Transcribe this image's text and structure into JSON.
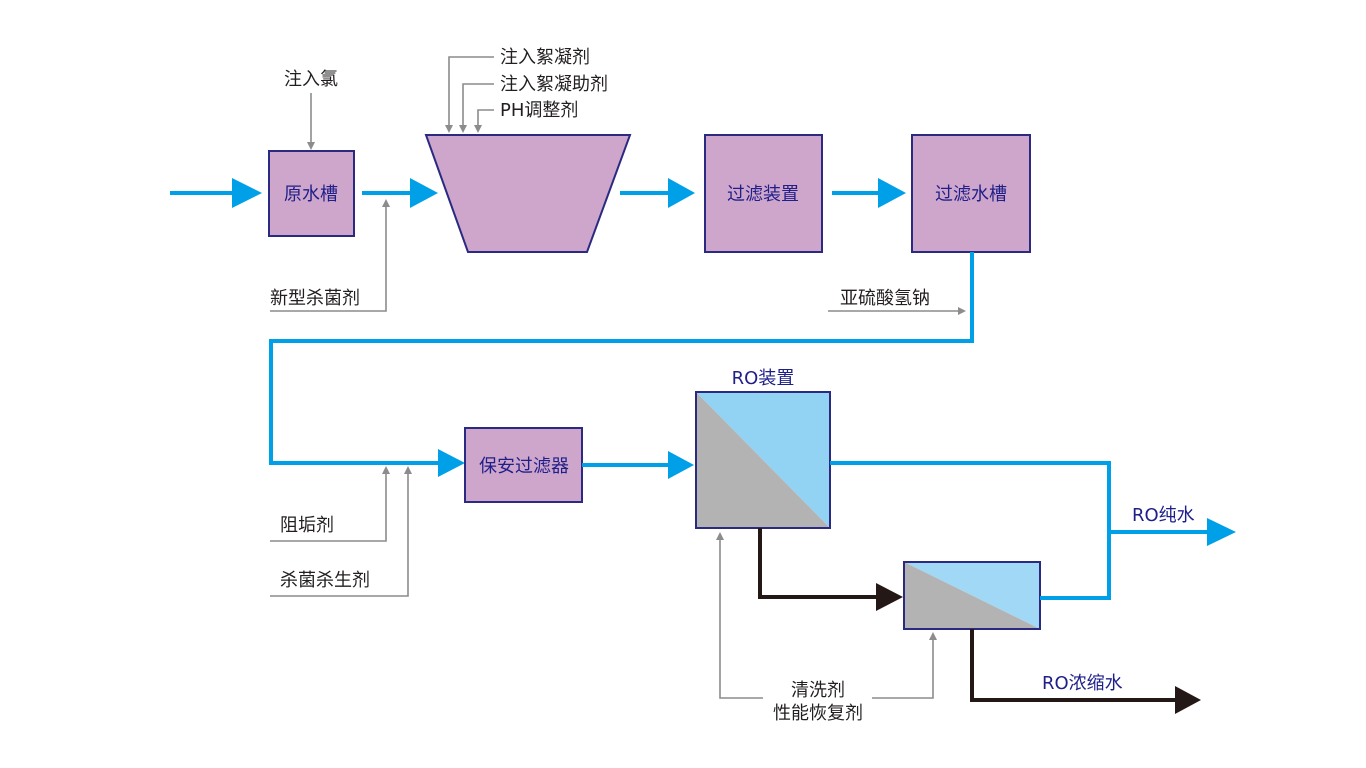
{
  "colors": {
    "flow": "#00a0e9",
    "tank": "#cfa6cb",
    "border": "#2b2a82",
    "membrane_gray": "#b3b3b3",
    "membrane_blue": "#92d2f3",
    "concentrate": "#231815",
    "chemical_line": "#8c8c8c"
  },
  "units": {
    "raw_tank": "原水槽",
    "filter_device": "过滤装置",
    "filter_tank": "过滤水槽",
    "security_filter": "保安过滤器",
    "ro_device": "RO装置"
  },
  "chemicals": {
    "chlorine": "注入氯",
    "coagulant": "注入絮凝剂",
    "coagulant_aid": "注入絮凝助剂",
    "ph_adjuster": "PH调整剂",
    "biocide_new": "新型杀菌剂",
    "bisulfite": "亚硫酸氢钠",
    "antiscalant": "阻垢剂",
    "biocide": "杀菌杀生剂",
    "cleaning_agent": "清洗剂",
    "recovery_agent": "性能恢复剂"
  },
  "outputs": {
    "pure_water": "RO纯水",
    "concentrate": "RO浓缩水"
  }
}
